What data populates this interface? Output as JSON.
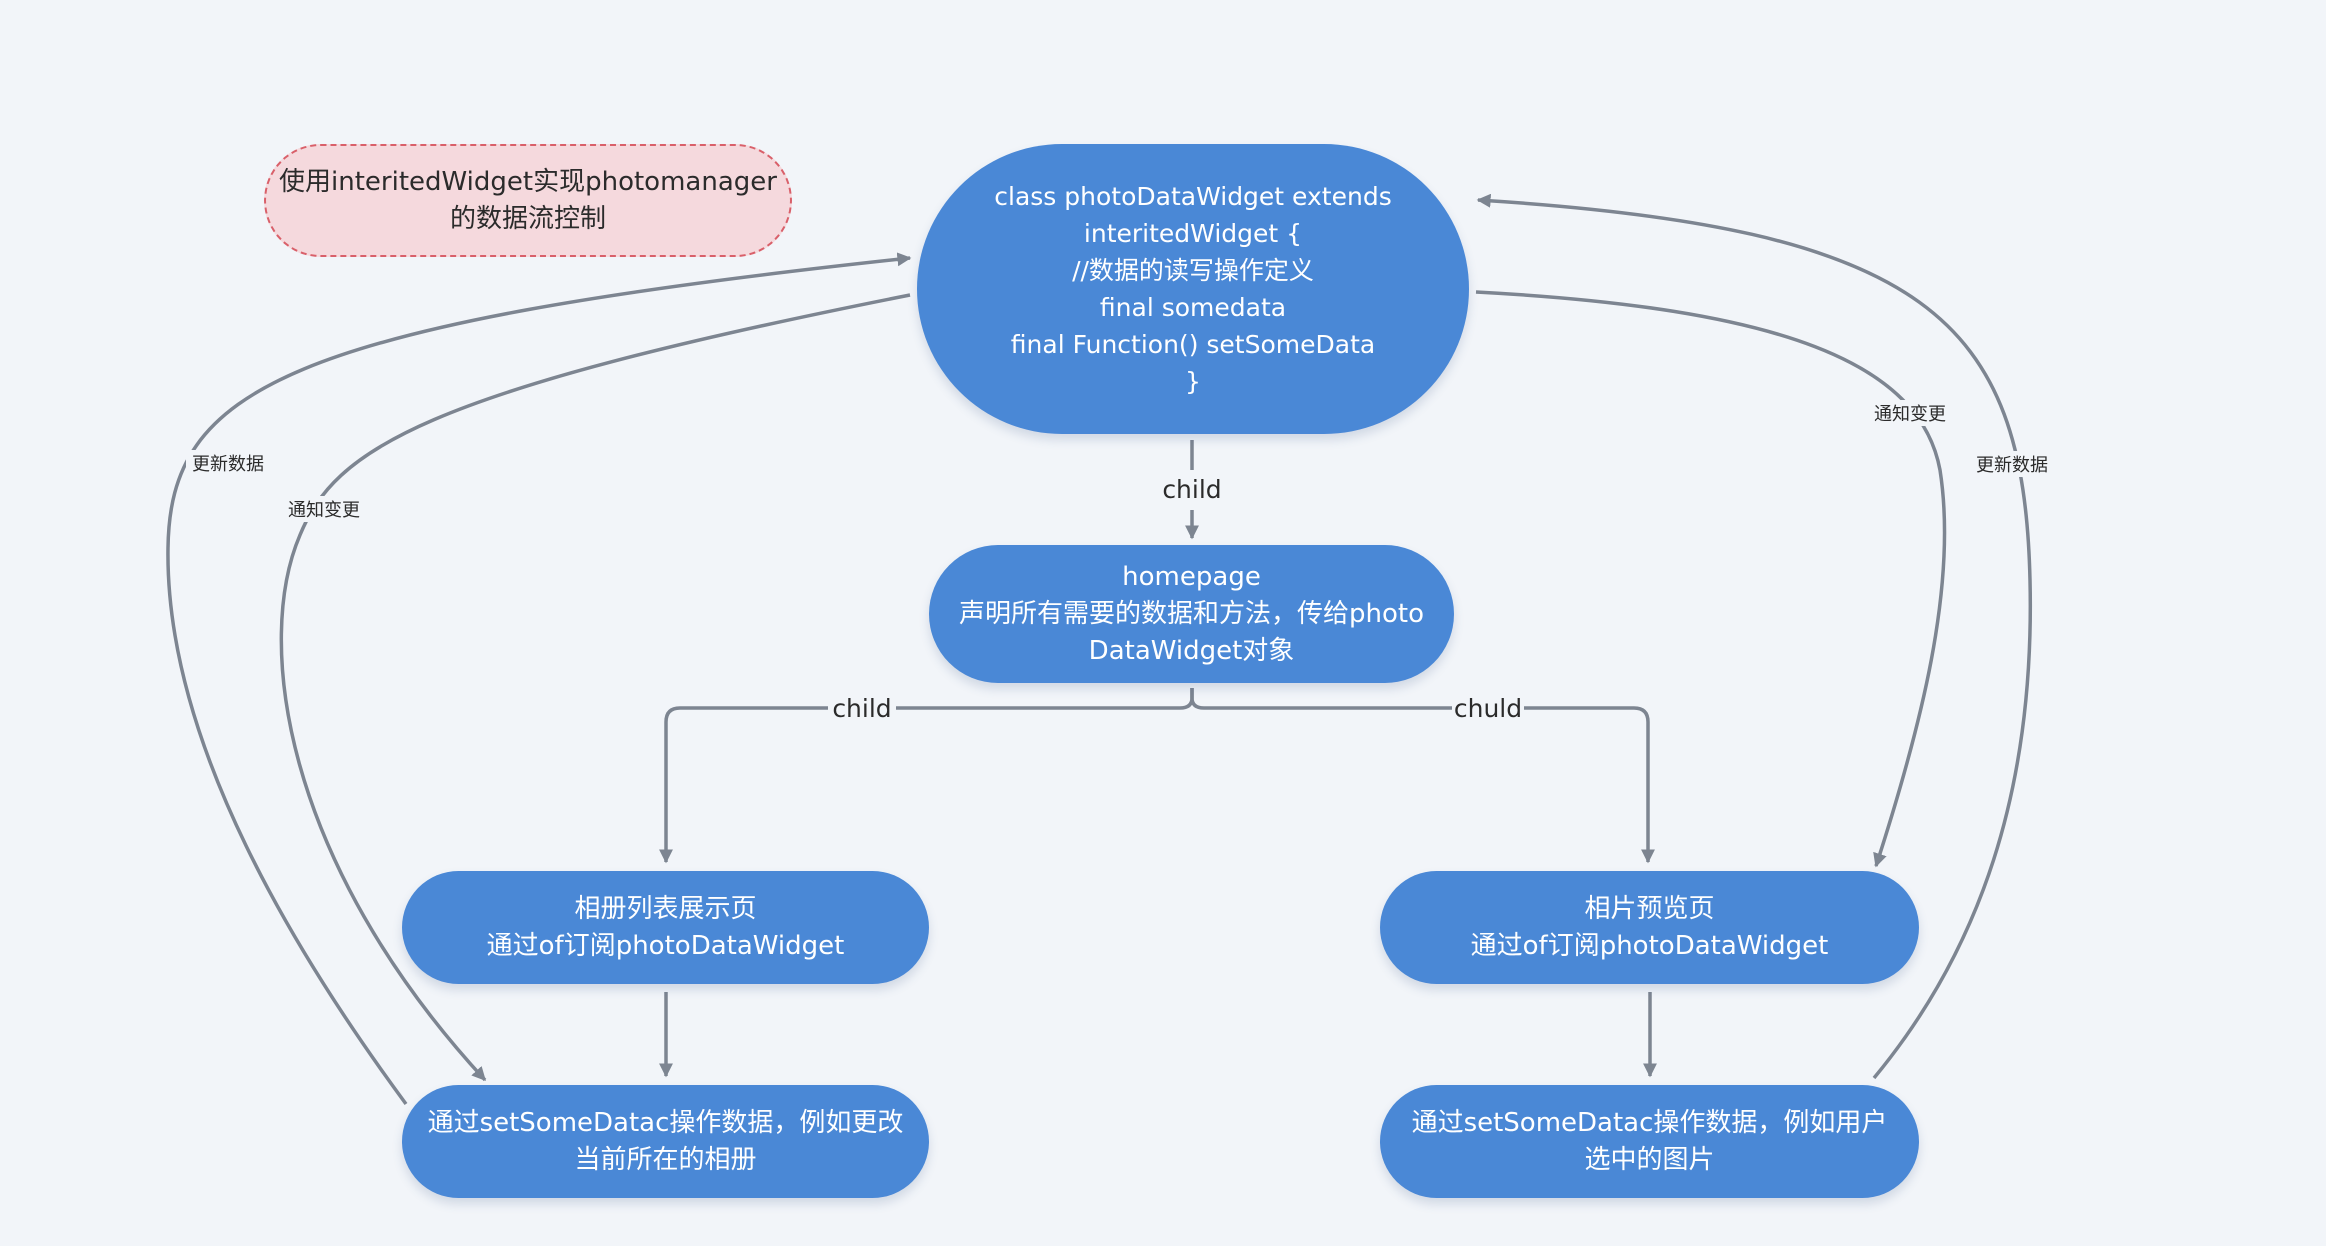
{
  "note": {
    "lines": [
      "使用interitedWidget实现photomanager",
      "的数据流控制"
    ]
  },
  "nodes": {
    "root": {
      "lines": [
        "class photoDataWidget extends",
        "interitedWidget {",
        "//数据的读写操作定义",
        "final somedata",
        "final Function() setSomeData",
        "}"
      ]
    },
    "homepage": {
      "lines": [
        "homepage",
        "声明所有需要的数据和方法，传给photo",
        "DataWidget对象"
      ]
    },
    "album_list": {
      "lines": [
        "相册列表展示页",
        "通过of订阅photoDataWidget"
      ]
    },
    "album_op": {
      "lines": [
        "通过setSomeDatac操作数据，例如更改",
        "当前所在的相册"
      ]
    },
    "photo_preview": {
      "lines": [
        "相片预览页",
        "通过of订阅photoDataWidget"
      ]
    },
    "photo_op": {
      "lines": [
        "通过setSomeDatac操作数据，例如用户",
        "选中的图片"
      ]
    }
  },
  "edge_labels": {
    "root_to_homepage": "child",
    "homepage_to_album": "child",
    "homepage_to_photo": "chuld",
    "left_update": "更新数据",
    "left_notify": "通知变更",
    "right_notify": "通知变更",
    "right_update": "更新数据"
  },
  "colors": {
    "node_fill": "#4a88d6",
    "note_fill": "#f5d9dd",
    "note_border": "#d9606a",
    "edge": "#7d8591",
    "background": "#f2f5f9"
  }
}
